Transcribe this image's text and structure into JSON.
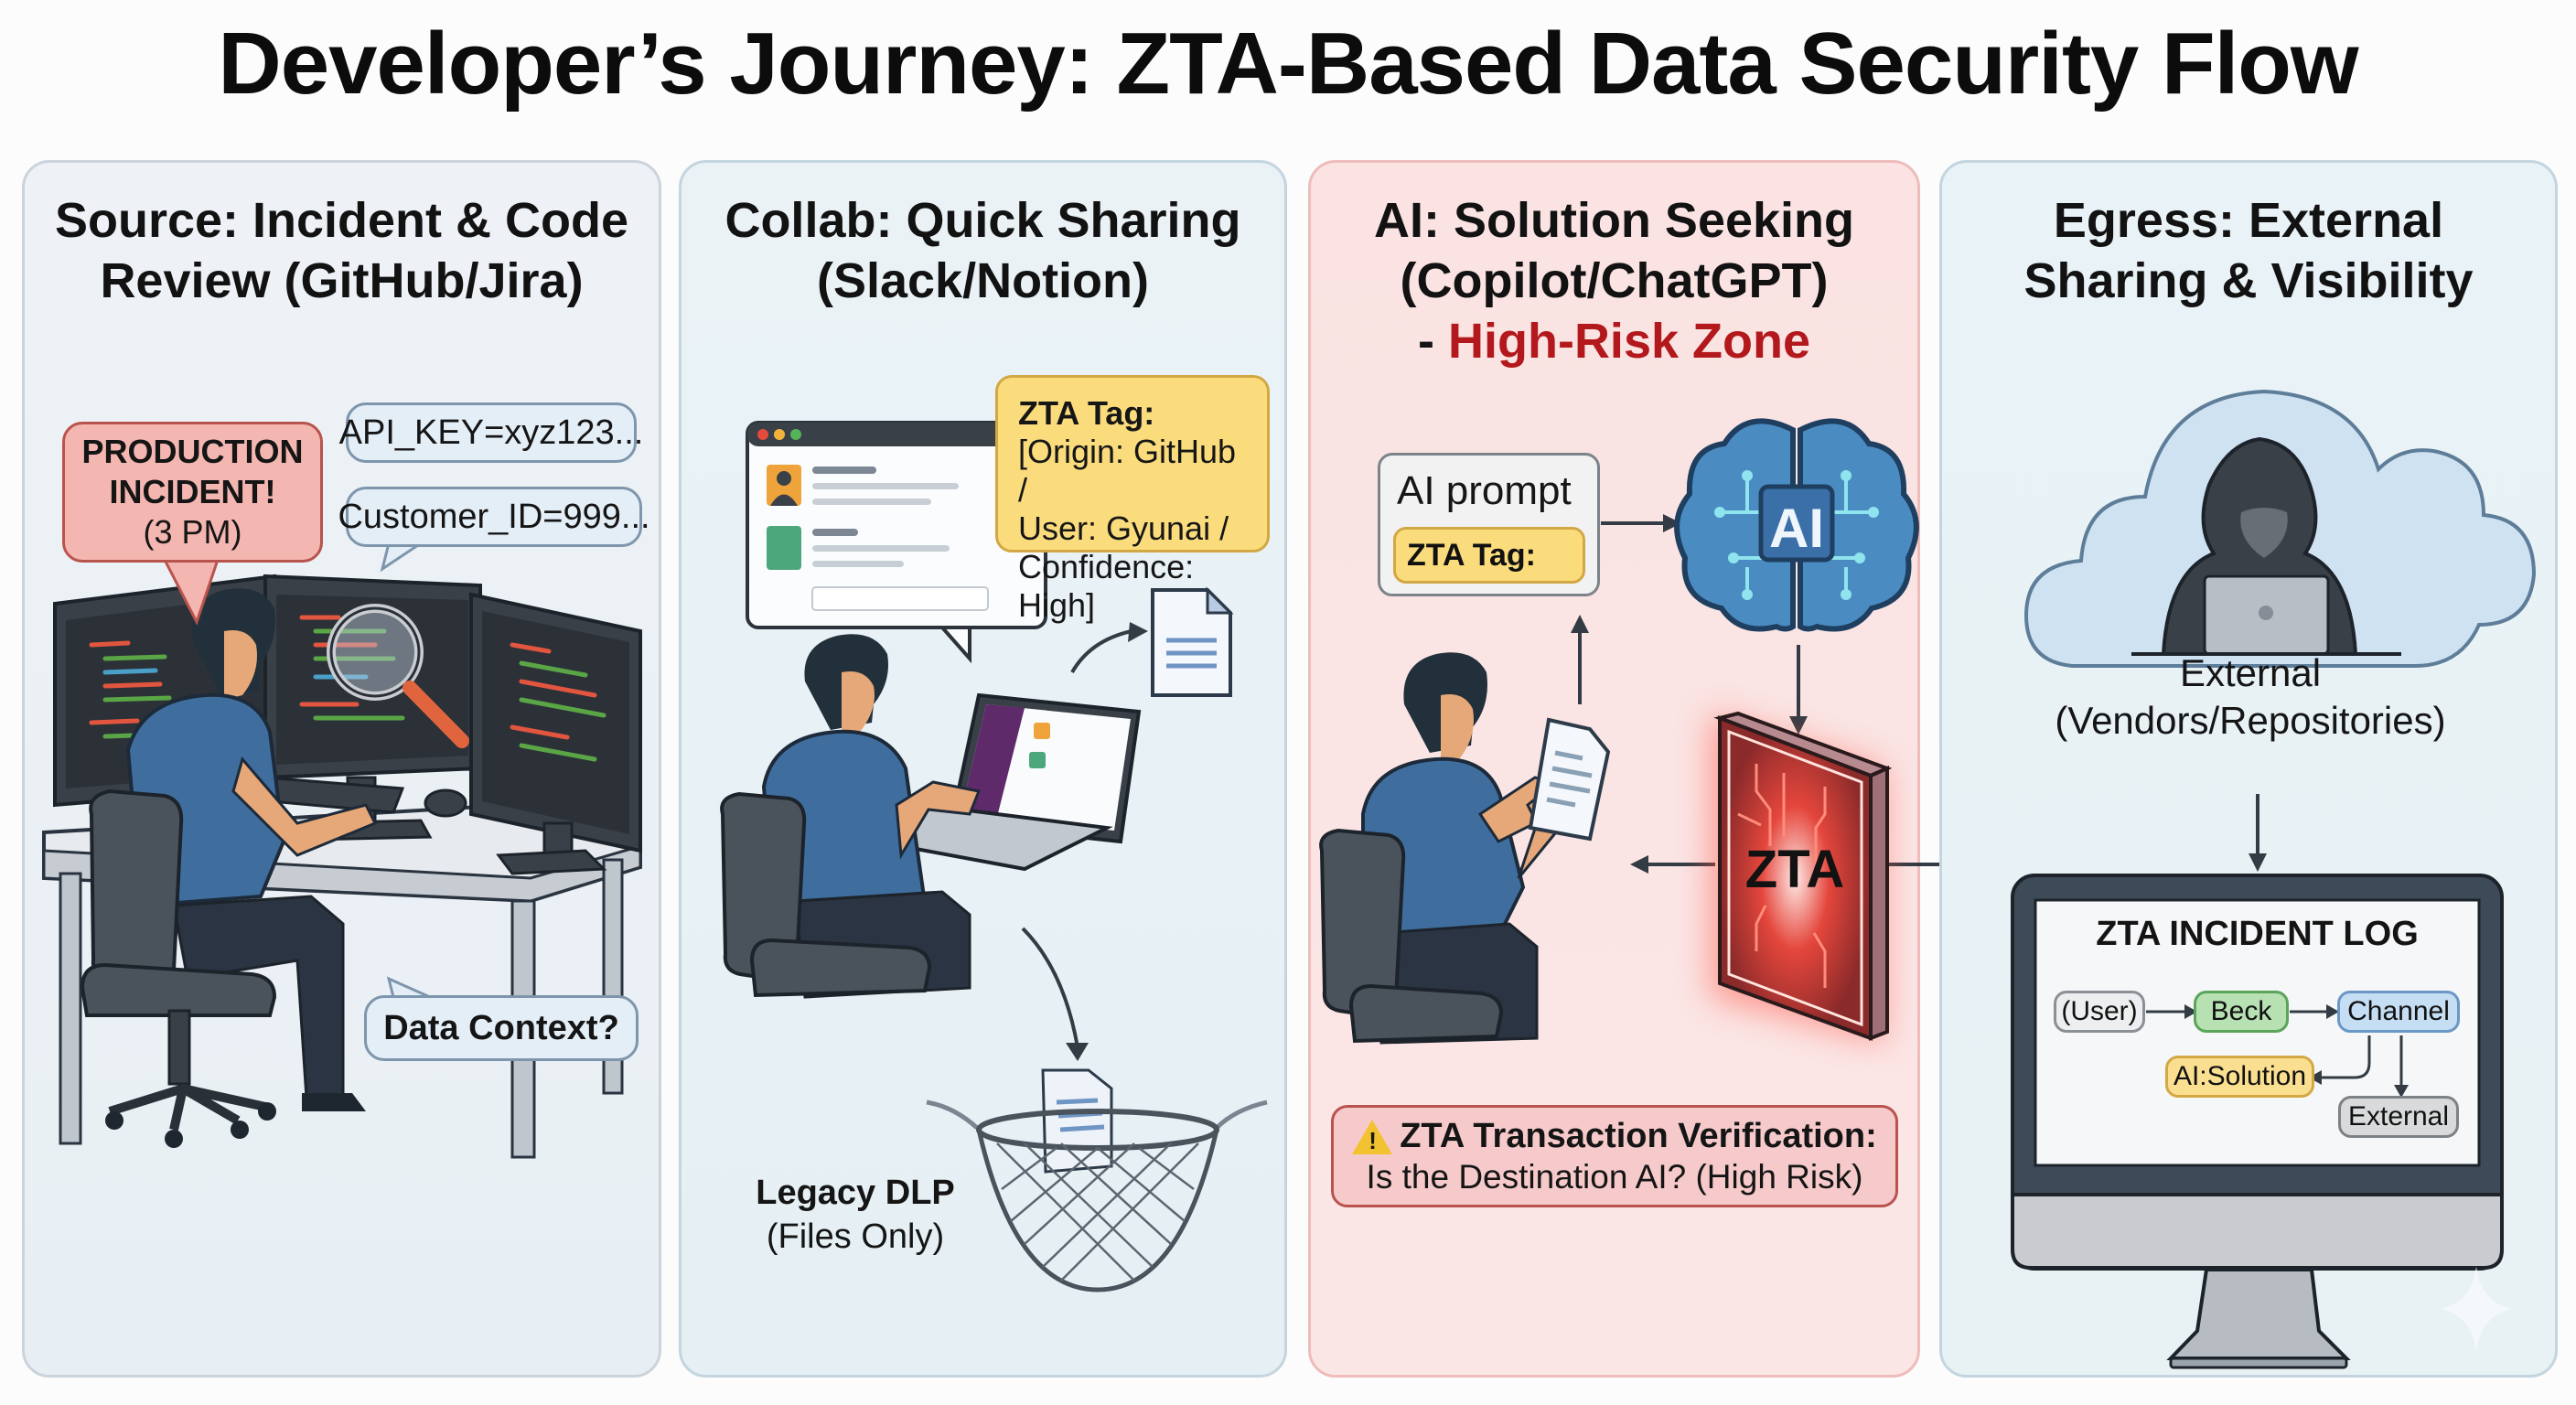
{
  "title": "Developer’s Journey: ZTA-Based Data Security Flow",
  "colors": {
    "high_risk_red": "#b3191c",
    "zta_glow": "#e8332c",
    "tag_yellow": "#fbdc7d",
    "shirt_blue": "#3f6e9e",
    "brain_blue": "#3d7eb5"
  },
  "panels": [
    {
      "id": "source",
      "title_line1": "Source: Incident & Code",
      "title_line2": "Review (GitHub/Jira)",
      "incident_bubble": {
        "line1": "PRODUCTION",
        "line2": "INCIDENT!",
        "line3": "(3 PM)"
      },
      "code_bubbles": [
        "API_KEY=xyz123...",
        "Customer_ID=999..."
      ],
      "question_bubble": "Data Context?",
      "icons": [
        "developer-at-desk",
        "triple-monitor-code",
        "magnifying-glass"
      ]
    },
    {
      "id": "collab",
      "title_line1": "Collab: Quick Sharing",
      "title_line2": "(Slack/Notion)",
      "zta_tag": {
        "heading": "ZTA Tag:",
        "line1": "[Origin: GitHub /",
        "line2": "User: Gyunai /",
        "line3": "Confidence: High]"
      },
      "legacy_dlp": {
        "label": "Legacy DLP",
        "sublabel": "(Files Only)"
      },
      "icons": [
        "chat-window",
        "document-icon",
        "laptop-user",
        "net-icon"
      ]
    },
    {
      "id": "ai",
      "title_line1": "AI: Solution Seeking",
      "title_line2": "(Copilot/ChatGPT)",
      "title_line3_prefix": "- ",
      "title_line3_highlight": "High-Risk Zone",
      "prompt_box": {
        "label": "AI prompt",
        "tag": "ZTA Tag:"
      },
      "brain_label": "AI",
      "gateway_label": "ZTA",
      "verification": {
        "heading": "ZTA Transaction Verification:",
        "question": "Is the Destination AI? (High Risk)"
      },
      "icons": [
        "ai-brain",
        "zta-gateway",
        "warning-icon",
        "document-icon"
      ]
    },
    {
      "id": "egress",
      "title_line1": "Egress: External",
      "title_line2": "Sharing & Visibility",
      "external_label": "External",
      "external_sublabel": "(Vendors/Repositories)",
      "incident_log": {
        "title": "ZTA INCIDENT LOG",
        "nodes": [
          {
            "label": "(User)",
            "color": "#eceeef",
            "border": "#8a9096"
          },
          {
            "label": "Beck",
            "color": "#b7e0b3",
            "border": "#5aa55a"
          },
          {
            "label": "Channel",
            "color": "#c6def4",
            "border": "#6a97c6"
          },
          {
            "label": "AI:Solution",
            "color": "#fbdf90",
            "border": "#d3a845"
          },
          {
            "label": "External",
            "color": "#d9dadb",
            "border": "#7d8286"
          }
        ]
      },
      "icons": [
        "cloud-icon",
        "hooded-hacker",
        "desktop-monitor"
      ]
    }
  ]
}
